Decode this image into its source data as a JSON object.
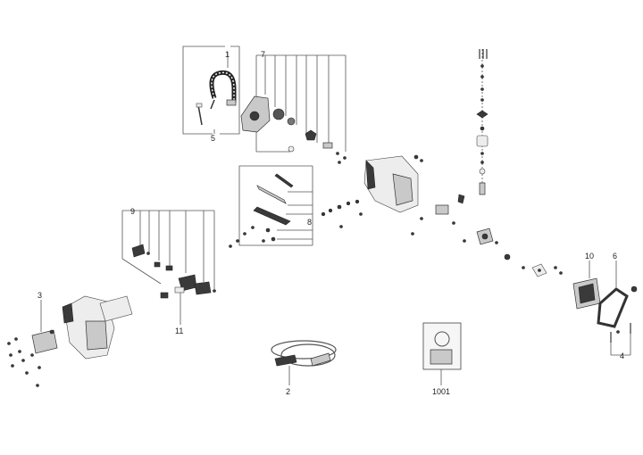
{
  "labels": {
    "l1": "1",
    "l2": "2",
    "l3": "3",
    "l4": "4",
    "l5": "5",
    "l6": "6",
    "l7": "7",
    "l8": "8",
    "l9": "9",
    "l10": "10",
    "l11": "11",
    "l1001": "1001"
  }
}
